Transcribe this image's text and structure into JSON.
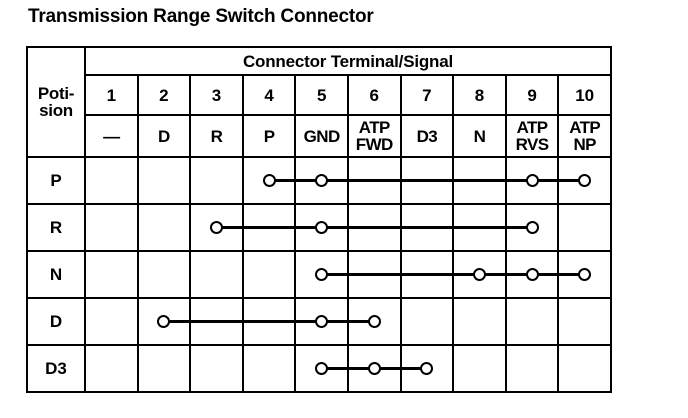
{
  "page": {
    "title": "Transmission Range Switch Connector"
  },
  "table": {
    "group_header": "Connector Terminal/Signal",
    "position_header_line1": "Poti-",
    "position_header_line2": "sion",
    "terminal_numbers": [
      "1",
      "2",
      "3",
      "4",
      "5",
      "6",
      "7",
      "8",
      "9",
      "10"
    ],
    "signals": [
      {
        "line1": "—",
        "line2": ""
      },
      {
        "line1": "D",
        "line2": ""
      },
      {
        "line1": "R",
        "line2": ""
      },
      {
        "line1": "P",
        "line2": ""
      },
      {
        "line1": "GND",
        "line2": ""
      },
      {
        "line1": "ATP",
        "line2": "FWD"
      },
      {
        "line1": "D3",
        "line2": ""
      },
      {
        "line1": "N",
        "line2": ""
      },
      {
        "line1": "ATP",
        "line2": "RVS"
      },
      {
        "line1": "ATP",
        "line2": "NP"
      }
    ],
    "rows": [
      {
        "position": "P",
        "nodes": [
          4,
          5,
          9,
          10
        ],
        "continuity_span": [
          4,
          10
        ]
      },
      {
        "position": "R",
        "nodes": [
          3,
          5,
          9
        ],
        "continuity_span": [
          3,
          9
        ]
      },
      {
        "position": "N",
        "nodes": [
          5,
          8,
          9,
          10
        ],
        "continuity_span": [
          5,
          10
        ]
      },
      {
        "position": "D",
        "nodes": [
          2,
          5,
          6
        ],
        "continuity_span": [
          2,
          6
        ]
      },
      {
        "position": "D3",
        "nodes": [
          5,
          6,
          7
        ],
        "continuity_span": [
          5,
          7
        ]
      }
    ]
  },
  "colors": {
    "ink": "#000000",
    "paper": "#ffffff"
  }
}
